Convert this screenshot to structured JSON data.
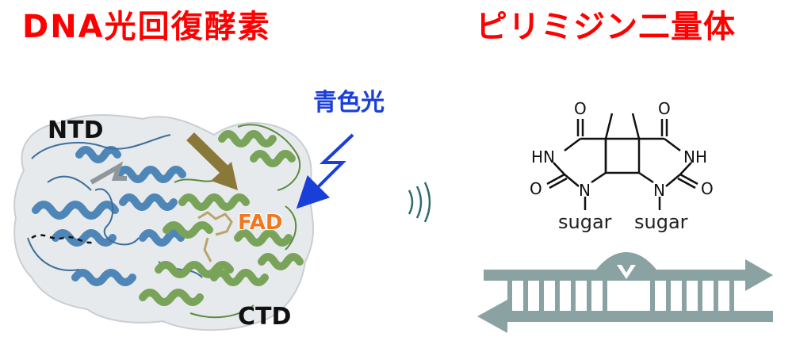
{
  "title_left": "DNA光回復酵素",
  "title_right": "ピリミジン二量体",
  "protein": {
    "ntd_label": "NTD",
    "ctd_label": "CTD",
    "fad_label": "FAD"
  },
  "light_label": "青色光",
  "molecule": {
    "o": "O",
    "hn": "HN",
    "nh": "NH",
    "n": "N",
    "sugar": "sugar"
  },
  "colors": {
    "title": "#ff0000",
    "light": "#1a3fd9",
    "fad": "#f07820",
    "ntd_helix": "#4f86b8",
    "ctd_helix": "#7aa35a",
    "dna": "#8aa2a2"
  }
}
